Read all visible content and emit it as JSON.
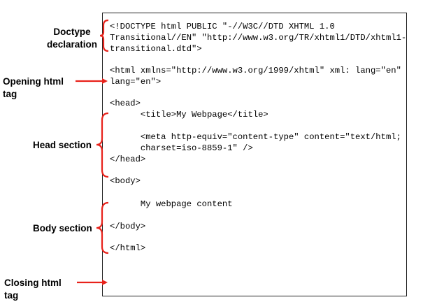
{
  "labels": {
    "doctype": [
      "Doctype",
      "declaration"
    ],
    "opening_html": "Opening html tag",
    "head_section": "Head section",
    "body_section": "Body section",
    "closing_html": "Closing html tag"
  },
  "code_lines": [
    "<!DOCTYPE html PUBLIC \"-//W3C//DTD XHTML 1.0",
    "Transitional//EN\" \"http://www.w3.org/TR/xhtml1/DTD/xhtml1-",
    "transitional.dtd\">",
    "<html xmlns=\"http://www.w3.org/1999/xhtml\" xml: lang=\"en\"",
    "lang=\"en\">",
    "<head>",
    "      <title>My Webpage</title>",
    "      <meta http-equiv=\"content-type\" content=\"text/html;",
    "      charset=iso-8859-1\" />",
    "</head>",
    "<body>",
    "      My webpage content",
    "</body>",
    "</html>"
  ],
  "colors": {
    "annotation": "#e8221b",
    "border": "#222222"
  }
}
